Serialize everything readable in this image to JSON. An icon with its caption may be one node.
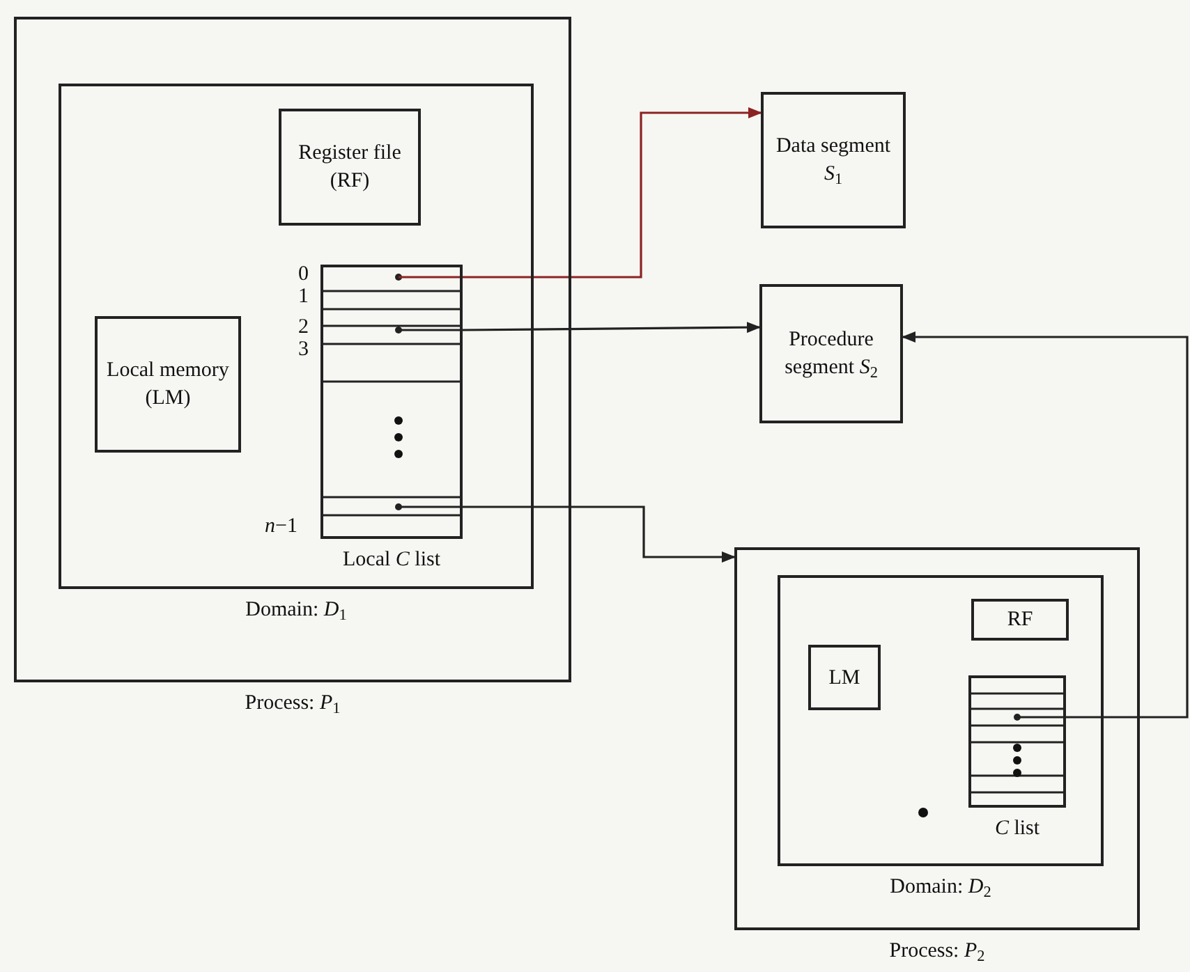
{
  "diagram": {
    "nodes": [
      {
        "text": [
          "Process: *P*$_{1}$"
        ]
      },
      {
        "text": [
          "Domain: *D*$_{1}$"
        ],
        "in": 0
      },
      {
        "text": [
          "Register file (RF)"
        ],
        "in": 1
      },
      {
        "text": [
          "Local memory (LM)"
        ],
        "in": 1
      },
      {
        "text": [
          "Local *C* list"
        ],
        "in": 1
      },
      {
        "text": [
          "Data segment *S*$_{1}$"
        ]
      },
      {
        "text": [
          "Procedure segment *S*$_{2}$"
        ]
      },
      {
        "text": [
          "Process: *P*$_{2}$"
        ]
      },
      {
        "text": [
          "Domain: *D*$_{2}$"
        ],
        "in": 7
      },
      {
        "text": [
          "RF"
        ],
        "in": 8
      },
      {
        "text": [
          "LM"
        ],
        "in": 8
      },
      {
        "text": [
          "*C* list"
        ],
        "in": 8
      }
    ],
    "edges": [
      {
        "from": 4,
        "to": 5,
        "arrow": "to",
        "color": "#8b2323"
      },
      {
        "from": 4,
        "to": 6,
        "arrow": "to"
      },
      {
        "from": 4,
        "to": 7,
        "arrow": "to"
      },
      {
        "from": 11,
        "to": 6,
        "arrow": "to"
      }
    ],
    "labels": [
      "0",
      "1",
      "2",
      "3",
      "*n*−1"
    ]
  }
}
